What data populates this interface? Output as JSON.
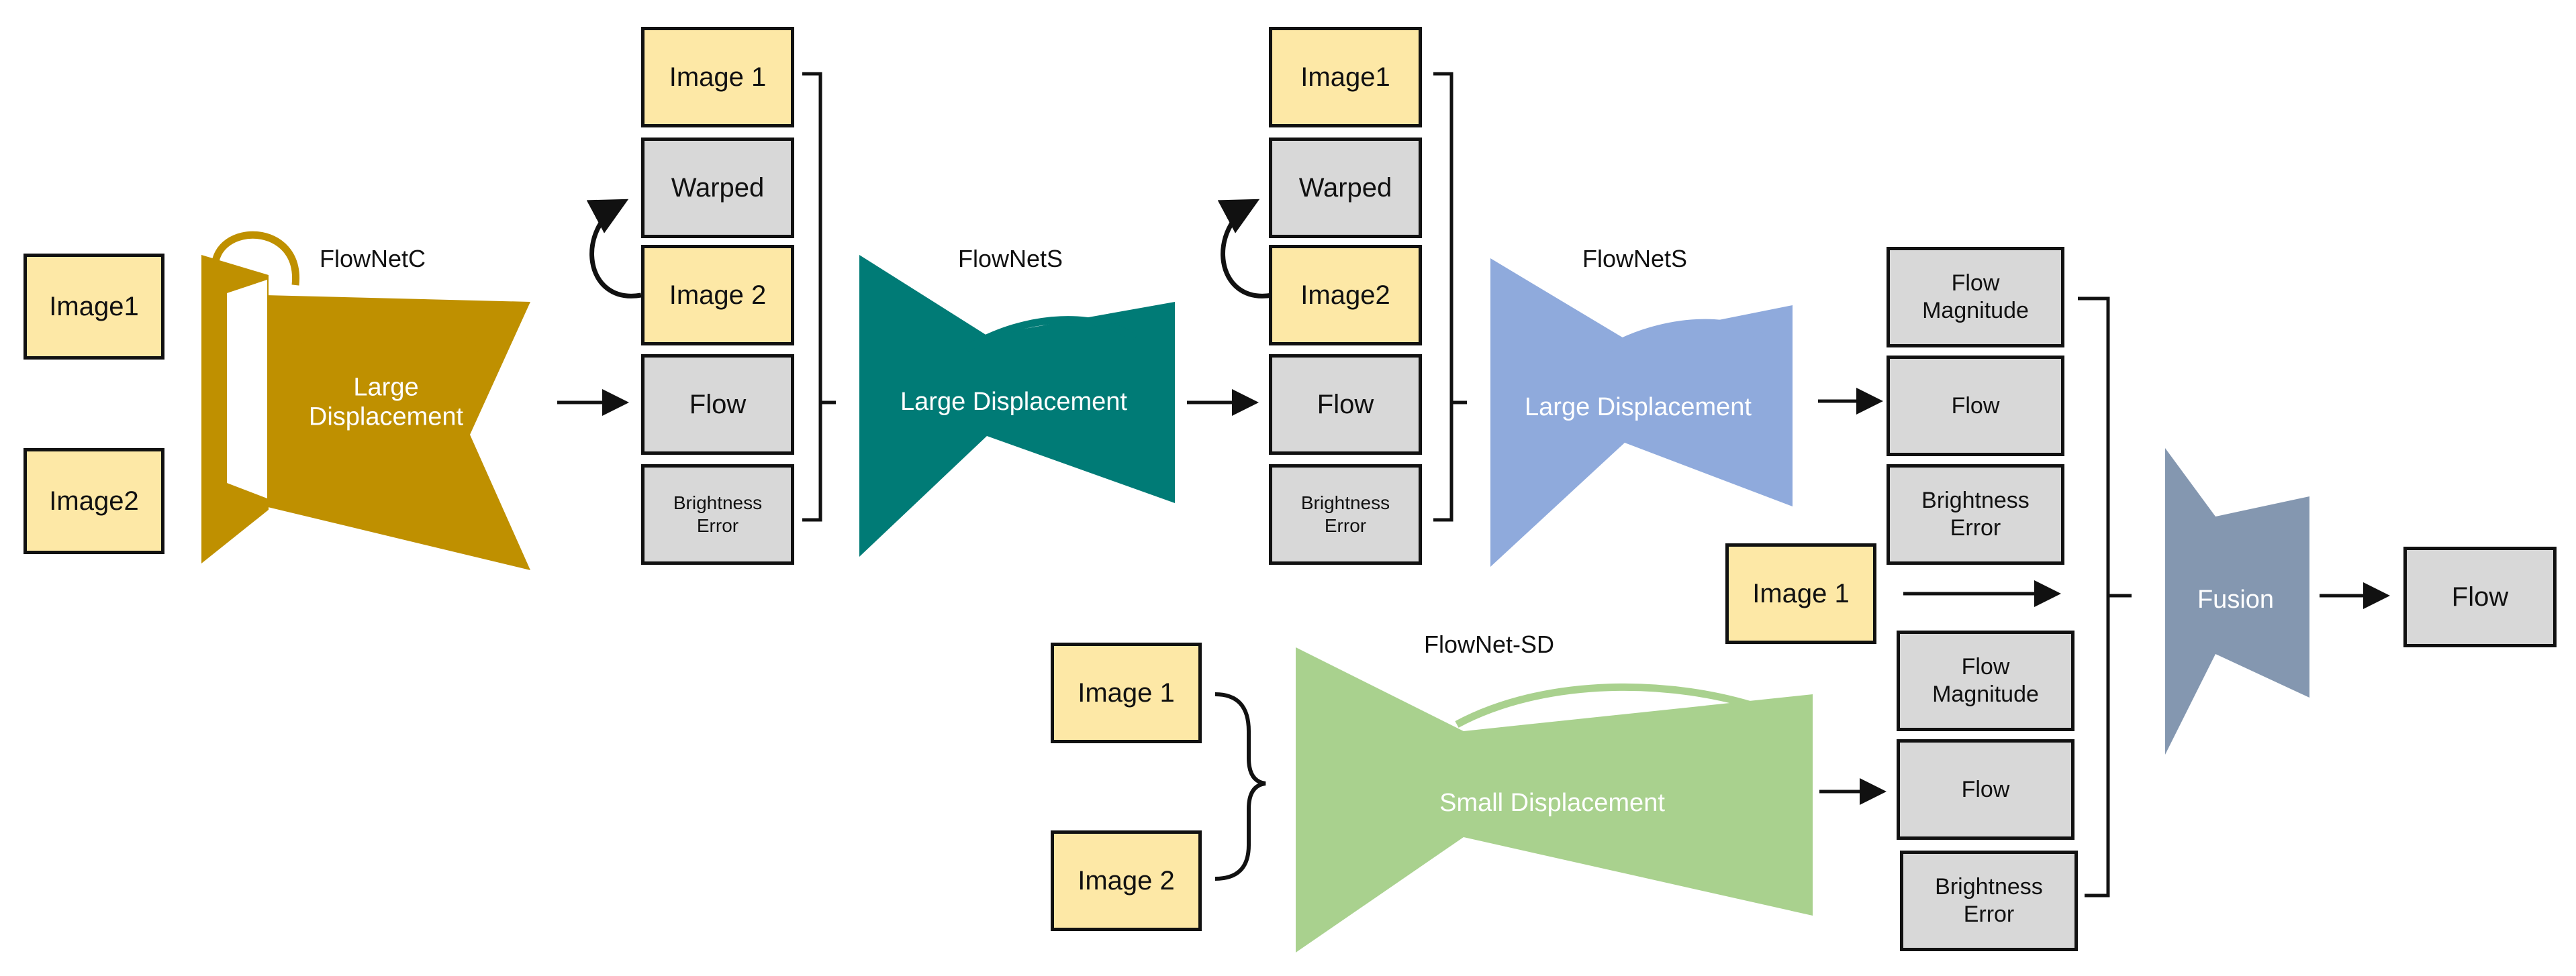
{
  "inputs": {
    "in1": "Image1",
    "in2": "Image2"
  },
  "net1": {
    "title": "FlowNetC",
    "label": "Large\nDisplacement",
    "color": "#bf9000"
  },
  "stack1": {
    "image1": "Image 1",
    "warped": "Warped",
    "image2": "Image 2",
    "flow": "Flow",
    "brightness": "Brightness\nError"
  },
  "net2": {
    "title": "FlowNetS",
    "label": "Large Displacement",
    "color": "#007b76"
  },
  "stack2": {
    "image1": "Image1",
    "warped": "Warped",
    "image2": "Image2",
    "flow": "Flow",
    "brightness": "Brightness\nError"
  },
  "net3": {
    "title": "FlowNetS",
    "label": "Large Displacement",
    "color": "#8faadc"
  },
  "stack3": {
    "magnitude": "Flow\nMagnitude",
    "flow": "Flow",
    "brightness": "Brightness\nError"
  },
  "fusion_image": "Image 1",
  "sd_inputs": {
    "image1": "Image 1",
    "image2": "Image 2"
  },
  "net_sd": {
    "title": "FlowNet-SD",
    "label": "Small Displacement",
    "color": "#a9d18e"
  },
  "stack_sd": {
    "magnitude": "Flow\nMagnitude",
    "flow": "Flow",
    "brightness": "Brightness\nError"
  },
  "fusion": {
    "label": "Fusion",
    "color": "#8497b0"
  },
  "output": "Flow"
}
